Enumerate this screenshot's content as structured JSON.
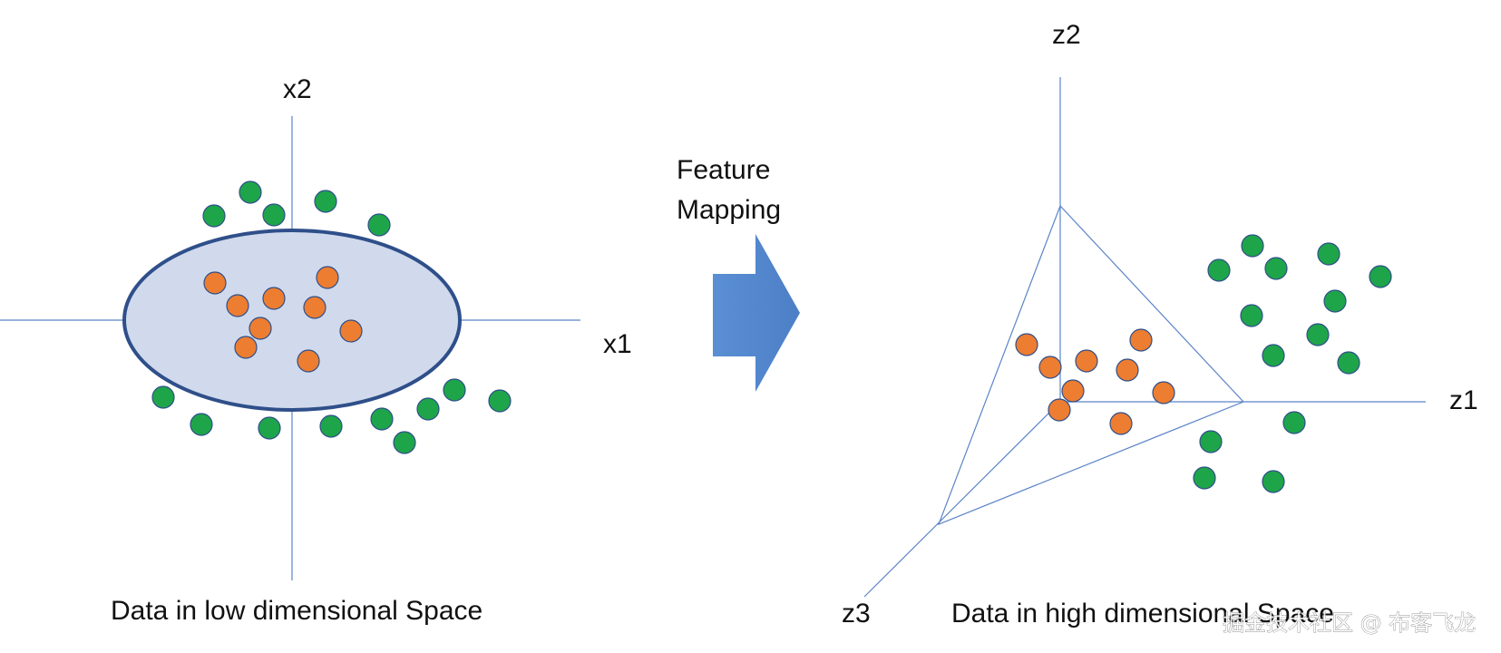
{
  "left_panel": {
    "axis_x_label": "x1",
    "axis_y_label": "x2",
    "caption": "Data in low dimensional Space",
    "inner_class_color": "#ED7D31",
    "outer_class_color": "#1EA54A",
    "boundary_fill": "#D0DAEC",
    "boundary_stroke": "#2F4F8A"
  },
  "mapping": {
    "label_line1": "Feature",
    "label_line2": "Mapping",
    "arrow_color": "#5B8FD4"
  },
  "right_panel": {
    "axis_1_label": "z1",
    "axis_2_label": "z2",
    "axis_3_label": "z3",
    "caption": "Data in high dimensional Space",
    "axis_color": "#5B84C8"
  },
  "watermark": "掘金技术社区 @ 布客飞龙"
}
